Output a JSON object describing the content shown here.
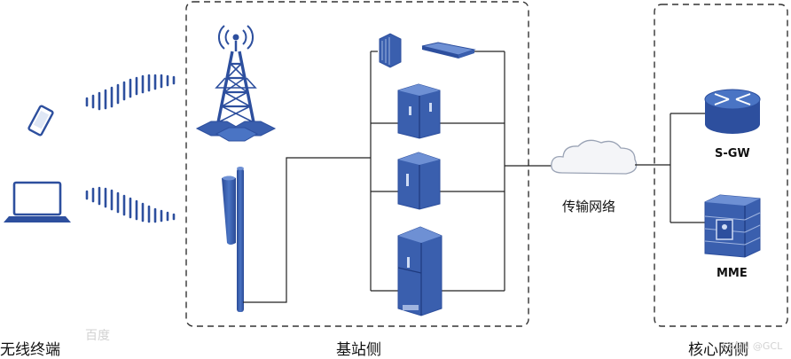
{
  "sections": {
    "terminal_label": "无线终端",
    "base_station_label": "基站侧",
    "core_label": "核心网侧"
  },
  "transport_label": "传输网络",
  "core_nodes": {
    "sgw_label": "S-GW",
    "mme_label": "MME"
  },
  "watermark": {
    "baidu": "百度",
    "credit": "CSDN @GCL"
  },
  "colors": {
    "device_blue": "#2d4f9e",
    "device_light": "#4a74c4",
    "line": "#222222",
    "dash_border": "#333333"
  }
}
